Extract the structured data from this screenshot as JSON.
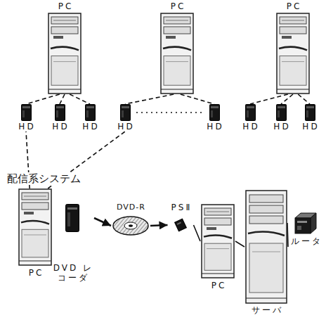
{
  "diagram": {
    "nodes": [
      {
        "text": [
          "PC"
        ]
      },
      {
        "text": [
          "PC"
        ]
      },
      {
        "text": [
          "PC"
        ]
      },
      {
        "text": [
          "HD"
        ]
      },
      {
        "text": [
          "HD"
        ]
      },
      {
        "text": [
          "HD"
        ]
      },
      {
        "text": [
          "HD"
        ]
      },
      {
        "text": [
          "HD"
        ]
      },
      {
        "text": [
          "HD"
        ]
      },
      {
        "text": [
          "HD"
        ]
      },
      {
        "text": [
          "HD"
        ]
      },
      {
        "text": [
          "PC"
        ]
      },
      {
        "text": [
          "DVD レコーダ"
        ]
      },
      {
        "text": [
          "DVD-R"
        ]
      },
      {
        "text": [
          "PSⅡ"
        ]
      },
      {
        "text": [
          "PC"
        ]
      },
      {
        "text": [
          "サーバ"
        ]
      },
      {
        "text": [
          "ルータ"
        ]
      }
    ],
    "edges": [
      {
        "from": 0,
        "to": 3,
        "arrow": "none"
      },
      {
        "from": 0,
        "to": 4,
        "arrow": "none"
      },
      {
        "from": 0,
        "to": 5,
        "arrow": "none"
      },
      {
        "from": 1,
        "to": 6,
        "arrow": "none"
      },
      {
        "from": 1,
        "to": 7,
        "arrow": "none"
      },
      {
        "from": 6,
        "to": 7,
        "arrow": "none"
      },
      {
        "from": 2,
        "to": 8,
        "arrow": "none"
      },
      {
        "from": 2,
        "to": 9,
        "arrow": "none"
      },
      {
        "from": 2,
        "to": 10,
        "arrow": "none"
      },
      {
        "from": 11,
        "to": 3,
        "arrow": "none"
      },
      {
        "from": 11,
        "to": 6,
        "arrow": "none"
      },
      {
        "from": 12,
        "to": 13,
        "arrow": "to"
      },
      {
        "from": 13,
        "to": 14,
        "arrow": "to"
      },
      {
        "from": 14,
        "to": 15,
        "arrow": "none"
      },
      {
        "from": 15,
        "to": 16,
        "arrow": "none"
      },
      {
        "from": 16,
        "to": 17,
        "arrow": "none"
      }
    ],
    "labels": [
      "配信系システム"
    ]
  }
}
